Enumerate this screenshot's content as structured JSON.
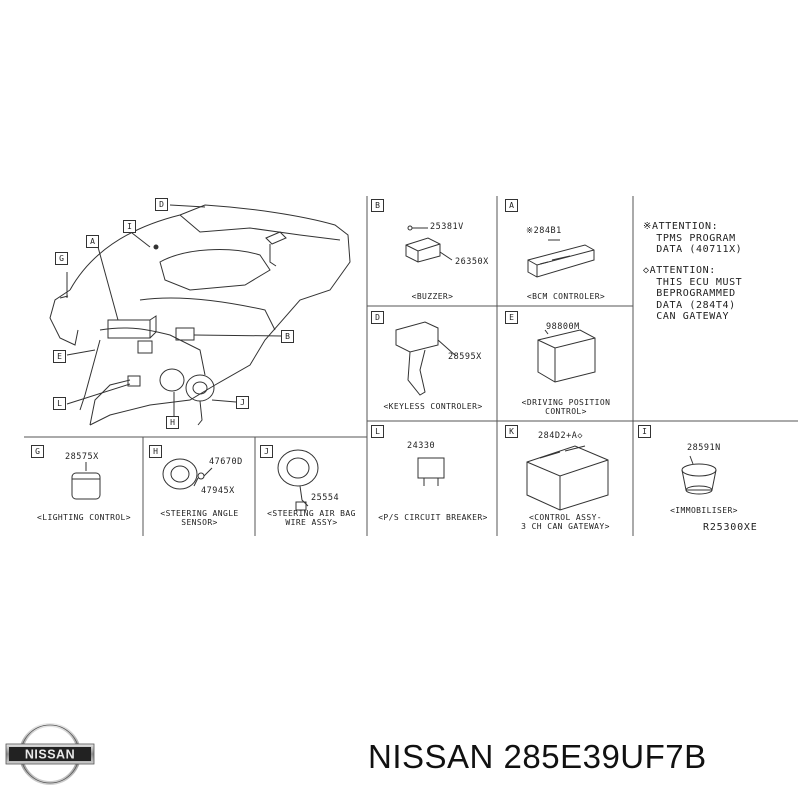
{
  "main_view": {
    "callouts": [
      "D",
      "I",
      "A",
      "G",
      "E",
      "B",
      "H",
      "J",
      "L"
    ]
  },
  "panels": {
    "B": {
      "letter": "B",
      "parts": [
        "25381V",
        "26350X"
      ],
      "caption": "<BUZZER>"
    },
    "A": {
      "letter": "A",
      "parts": [
        "※284B1"
      ],
      "caption": "<BCM CONTROLER>"
    },
    "D": {
      "letter": "D",
      "parts": [
        "28595X"
      ],
      "caption": "<KEYLESS CONTROLER>"
    },
    "E": {
      "letter": "E",
      "parts": [
        "98800M"
      ],
      "caption_line1": "<DRIVING POSITION",
      "caption_line2": "CONTROL>"
    },
    "G": {
      "letter": "G",
      "parts": [
        "28575X"
      ],
      "caption": "<LIGHTING CONTROL>"
    },
    "H": {
      "letter": "H",
      "parts": [
        "47670D",
        "47945X"
      ],
      "caption_line1": "<STEERING ANGLE",
      "caption_line2": "SENSOR>"
    },
    "J": {
      "letter": "J",
      "parts": [
        "25554"
      ],
      "caption_line1": "<STEERING AIR BAG",
      "caption_line2": "WIRE ASSY>"
    },
    "L": {
      "letter": "L",
      "parts": [
        "24330"
      ],
      "caption": "<P/S CIRCUIT BREAKER>"
    },
    "K": {
      "letter": "K",
      "parts": [
        "284D2+A◇"
      ],
      "caption_line1": "<CONTROL ASSY-",
      "caption_line2": "3 CH CAN GATEWAY>"
    },
    "I": {
      "letter": "I",
      "parts": [
        "28591N"
      ],
      "caption": "<IMMOBILISER>"
    }
  },
  "notes": {
    "attention1": "※ATTENTION:\n  TPMS PROGRAM\n  DATA (40711X)",
    "attention2": "◇ATTENTION:\n  THIS ECU MUST\n  BEPROGRAMMED\n  DATA (284T4)\n  CAN GATEWAY"
  },
  "drawing_code": "R25300XE",
  "brand": {
    "logo_text": "NISSAN",
    "title": "NISSAN 285E39UF7B"
  }
}
